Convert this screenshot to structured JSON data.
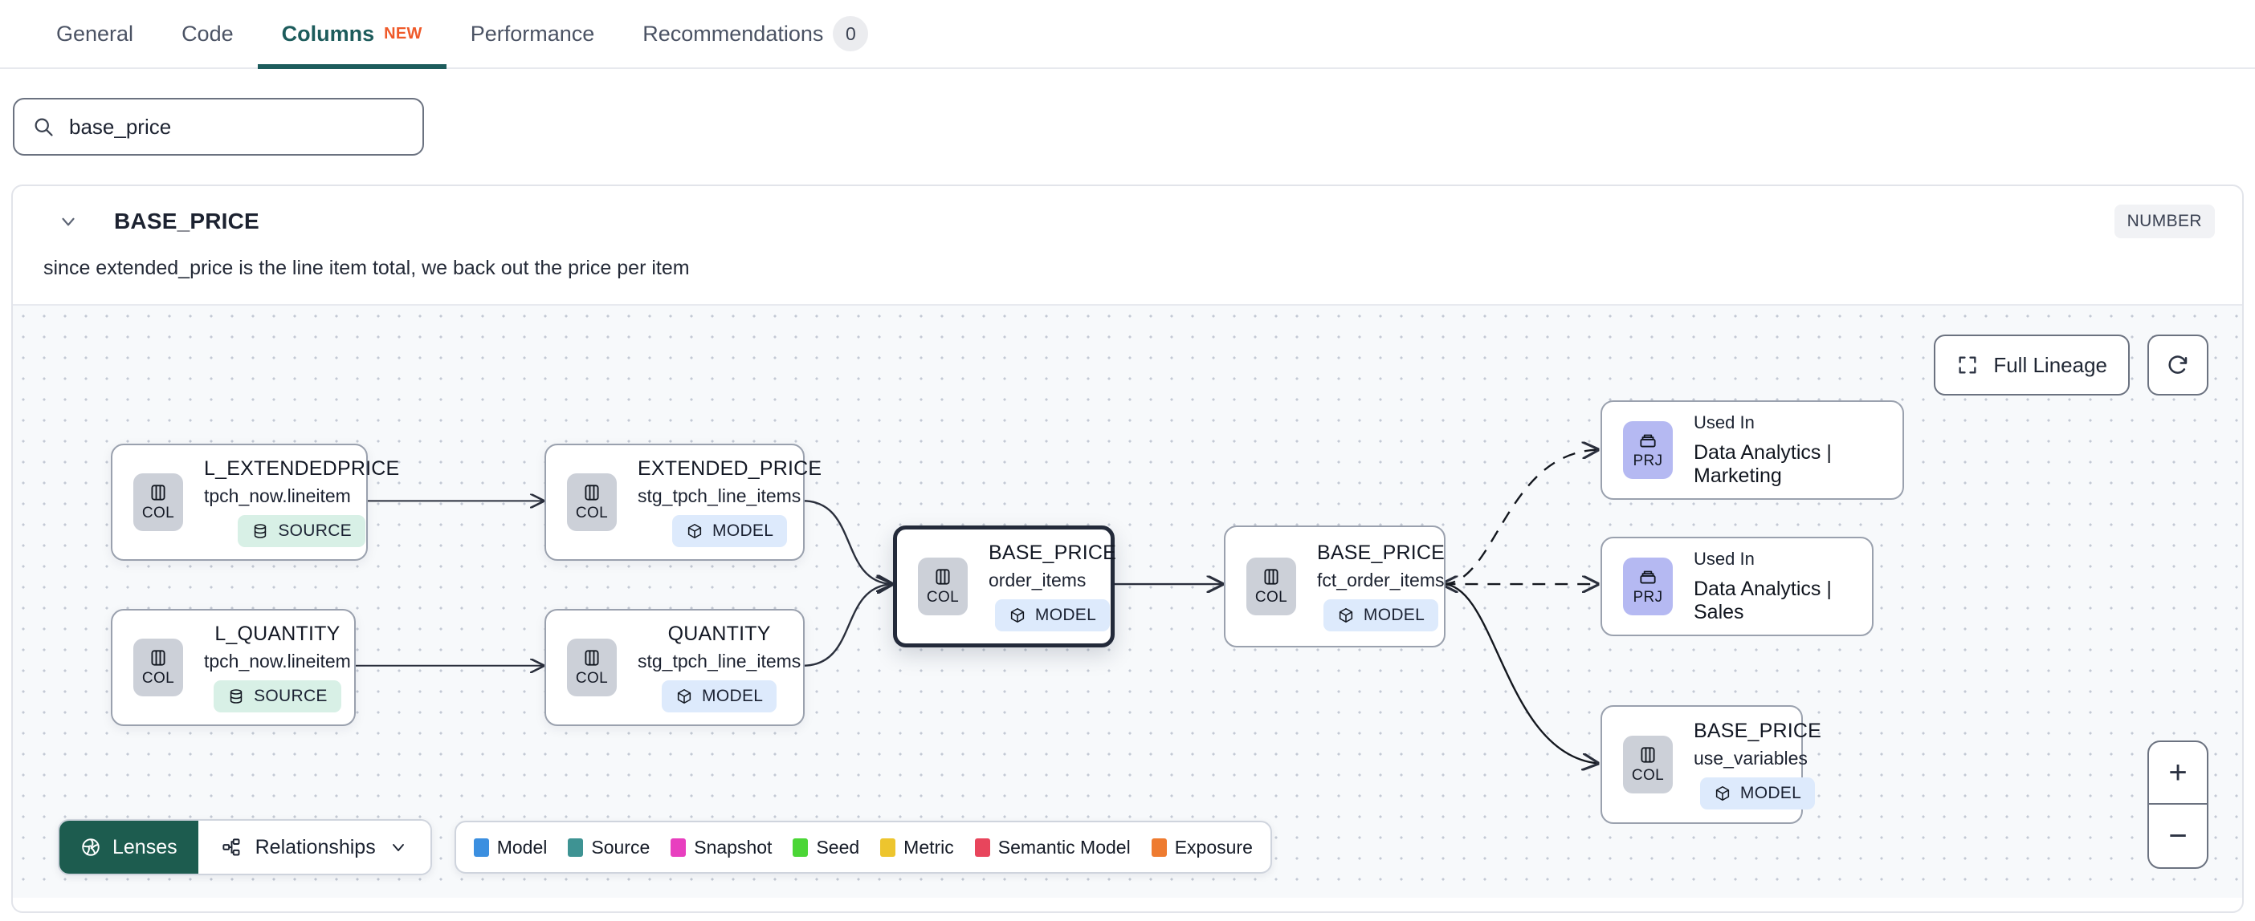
{
  "tabs": [
    {
      "label": "General",
      "active": false,
      "flag": "",
      "count": ""
    },
    {
      "label": "Code",
      "active": false,
      "flag": "",
      "count": ""
    },
    {
      "label": "Columns",
      "active": true,
      "flag": "NEW",
      "count": ""
    },
    {
      "label": "Performance",
      "active": false,
      "flag": "",
      "count": ""
    },
    {
      "label": "Recommendations",
      "active": false,
      "flag": "",
      "count": "0"
    }
  ],
  "search": {
    "value": "base_price",
    "icon": "search-icon"
  },
  "column": {
    "name": "BASE_PRICE",
    "type_badge": "NUMBER",
    "description": "since extended_price is the line item total, we back out the price per item",
    "expand_icon": "chevron-down-icon"
  },
  "canvas": {
    "full_lineage_label": "Full Lineage",
    "full_lineage_icon": "maximize-icon",
    "refresh_icon": "refresh-icon",
    "zoom_in": "+",
    "zoom_out": "−"
  },
  "bottom_bar": {
    "lenses_label": "Lenses",
    "lenses_icon": "aperture-icon",
    "relationships_label": "Relationships",
    "relationships_icon": "relationships-icon",
    "relationships_caret": "chevron-down-icon"
  },
  "legend": [
    {
      "label": "Model",
      "color": "#3b8fe0"
    },
    {
      "label": "Source",
      "color": "#3e9393"
    },
    {
      "label": "Snapshot",
      "color": "#e83fbf"
    },
    {
      "label": "Seed",
      "color": "#4bd636"
    },
    {
      "label": "Metric",
      "color": "#edc52e"
    },
    {
      "label": "Semantic Model",
      "color": "#e8455c"
    },
    {
      "label": "Exposure",
      "color": "#ee7b30"
    }
  ],
  "nodes": [
    {
      "id": "l_extendedprice",
      "badge": "COL",
      "badge_kind": "col",
      "title": "L_EXTENDEDPRICE",
      "subtitle": "tpch_now.lineitem",
      "tag": "SOURCE",
      "tag_kind": "source",
      "selected": false
    },
    {
      "id": "l_quantity",
      "badge": "COL",
      "badge_kind": "col",
      "title": "L_QUANTITY",
      "subtitle": "tpch_now.lineitem",
      "tag": "SOURCE",
      "tag_kind": "source",
      "selected": false
    },
    {
      "id": "extended_price",
      "badge": "COL",
      "badge_kind": "col",
      "title": "EXTENDED_PRICE",
      "subtitle": "stg_tpch_line_items",
      "tag": "MODEL",
      "tag_kind": "model",
      "selected": false
    },
    {
      "id": "quantity",
      "badge": "COL",
      "badge_kind": "col",
      "title": "QUANTITY",
      "subtitle": "stg_tpch_line_items",
      "tag": "MODEL",
      "tag_kind": "model",
      "selected": false
    },
    {
      "id": "base_price_order_items",
      "badge": "COL",
      "badge_kind": "col",
      "title": "BASE_PRICE",
      "subtitle": "order_items",
      "tag": "MODEL",
      "tag_kind": "model",
      "selected": true
    },
    {
      "id": "base_price_fct",
      "badge": "COL",
      "badge_kind": "col",
      "title": "BASE_PRICE",
      "subtitle": "fct_order_items",
      "tag": "MODEL",
      "tag_kind": "model",
      "selected": false
    },
    {
      "id": "base_price_use_variables",
      "badge": "COL",
      "badge_kind": "col",
      "title": "BASE_PRICE",
      "subtitle": "use_variables",
      "tag": "MODEL",
      "tag_kind": "model",
      "selected": false
    }
  ],
  "used_in_nodes": [
    {
      "id": "prj_marketing",
      "badge": "PRJ",
      "line1": "Used In",
      "line2": "Data Analytics | Marketing"
    },
    {
      "id": "prj_sales",
      "badge": "PRJ",
      "line1": "Used In",
      "line2": "Data Analytics | Sales"
    }
  ]
}
